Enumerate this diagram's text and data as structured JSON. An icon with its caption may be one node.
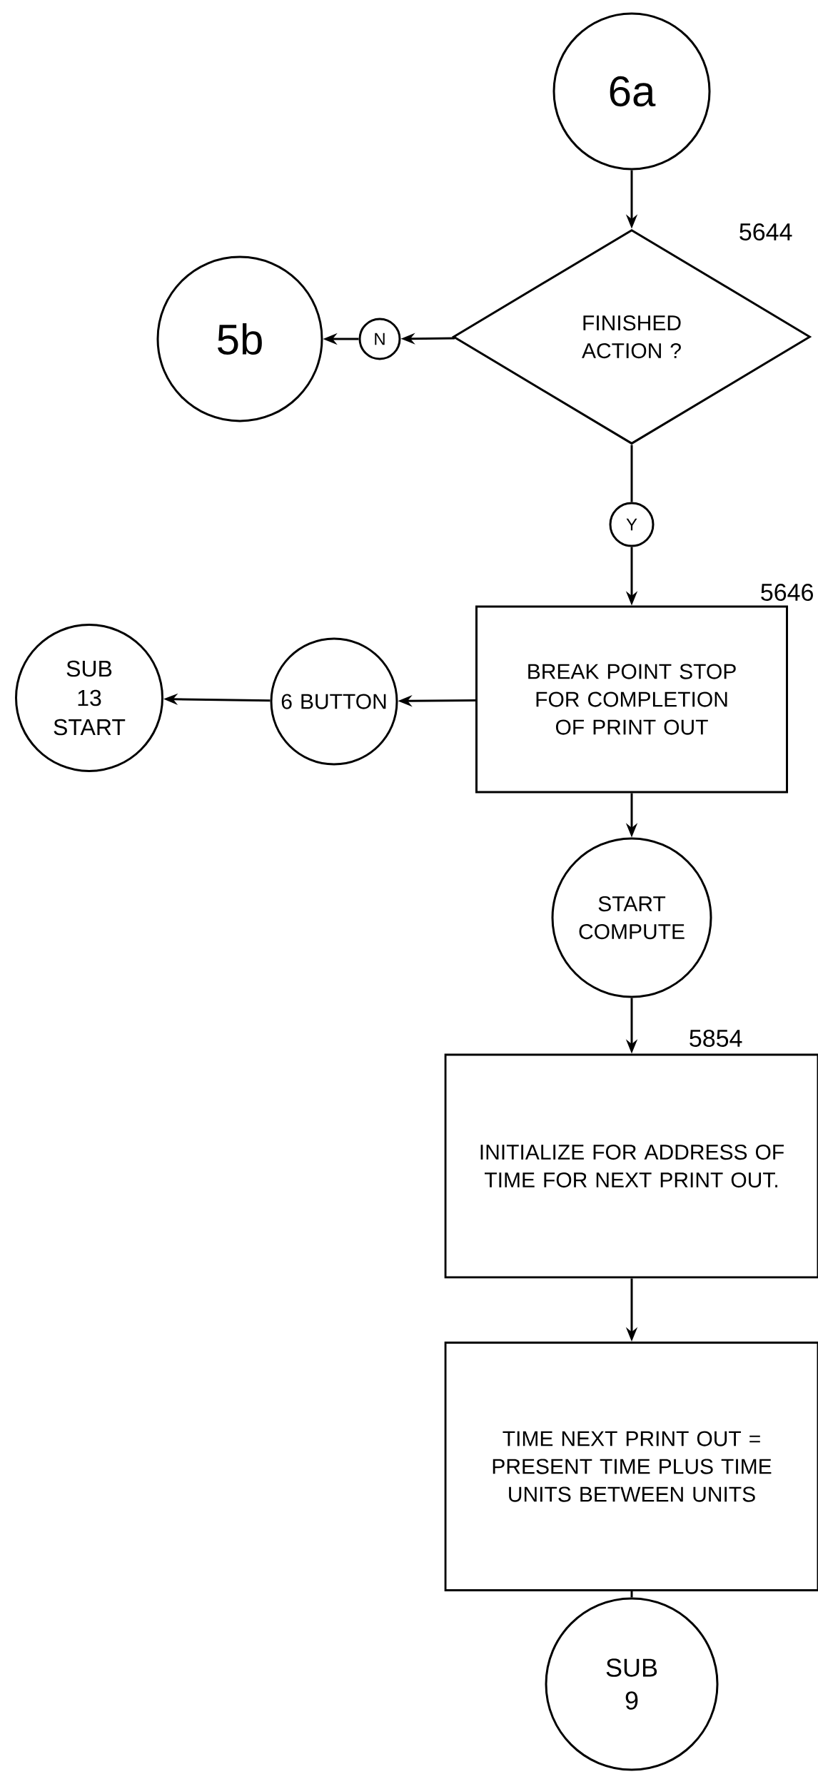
{
  "diagram": {
    "nodes": [
      {
        "text": [
          "6a"
        ]
      },
      {
        "text": [
          "FINISHED ACTION ?"
        ],
        "beside": [
          "5644"
        ]
      },
      {
        "text": [
          "N"
        ]
      },
      {
        "text": [
          "5b"
        ]
      },
      {
        "text": [
          "Y"
        ]
      },
      {
        "text": [
          "BREAK POINT STOP FOR COMPLETION OF PRINT OUT"
        ],
        "beside": [
          "5646"
        ]
      },
      {
        "text": [
          "6 BUTTON"
        ]
      },
      {
        "text": [
          "SUB 13 START"
        ]
      },
      {
        "text": [
          "START COMPUTE"
        ]
      },
      {
        "text": [
          "INITIALIZE FOR ADDRESS OF TIME FOR NEXT PRINT OUT."
        ],
        "beside": [
          "5854"
        ]
      },
      {
        "text": [
          "TIME NEXT PRINT OUT = PRESENT TIME PLUS TIME UNITS BETWEEN UNITS"
        ]
      },
      {
        "text": [
          "SUB 9"
        ]
      }
    ],
    "edges": [
      {
        "from": 0,
        "to": 1,
        "arrow": "to"
      },
      {
        "from": 1,
        "to": 2,
        "arrow": "to"
      },
      {
        "from": 2,
        "to": 3,
        "arrow": "to"
      },
      {
        "from": 1,
        "to": 4,
        "arrow": "none"
      },
      {
        "from": 4,
        "to": 5,
        "arrow": "to"
      },
      {
        "from": 5,
        "to": 6,
        "arrow": "to"
      },
      {
        "from": 6,
        "to": 7,
        "arrow": "to"
      },
      {
        "from": 5,
        "to": 8,
        "arrow": "to"
      },
      {
        "from": 8,
        "to": 9,
        "arrow": "to"
      },
      {
        "from": 9,
        "to": 10,
        "arrow": "to"
      },
      {
        "from": 10,
        "to": 11,
        "arrow": "none"
      }
    ]
  }
}
